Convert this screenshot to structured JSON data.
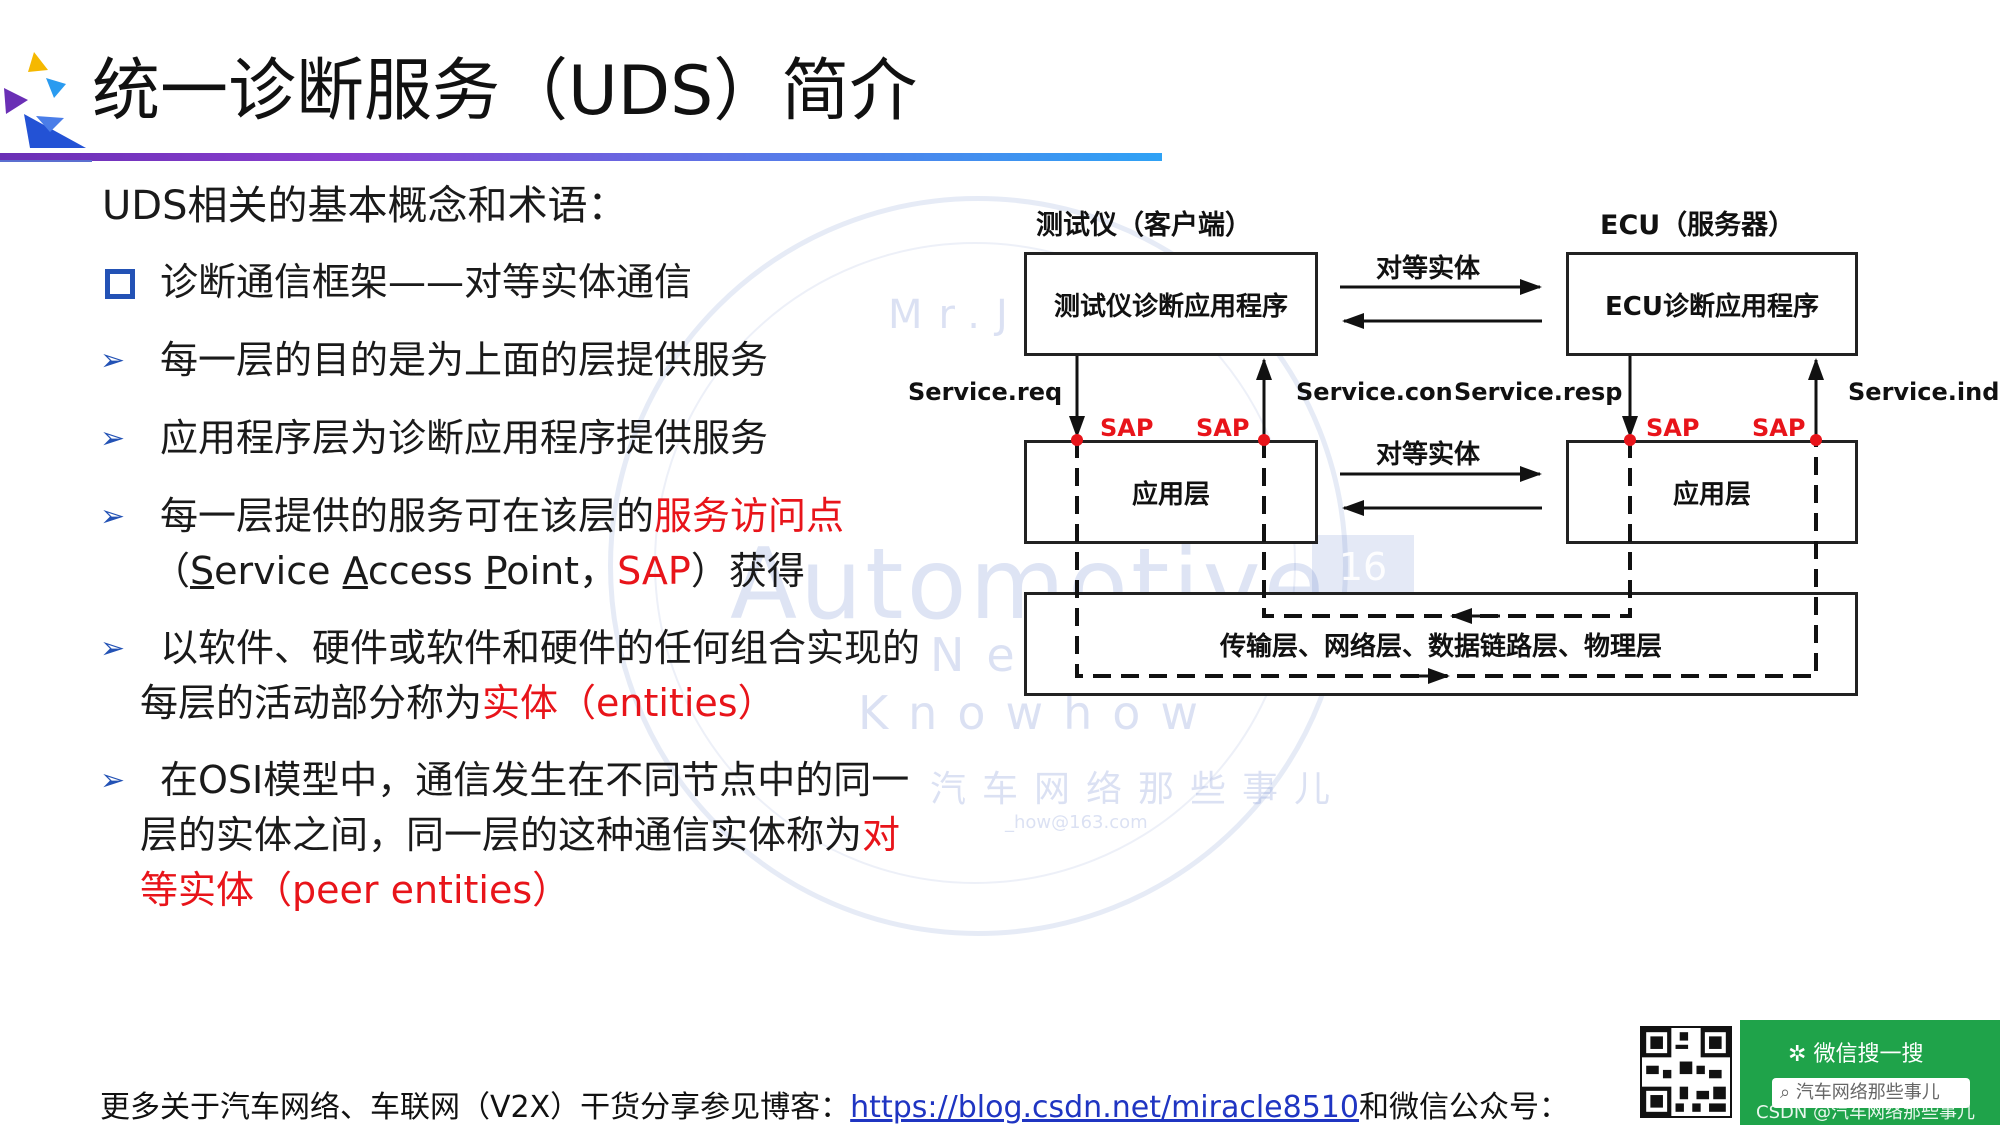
{
  "title": "统一诊断服务（UDS）简介",
  "intro": "UDS相关的基本概念和术语：",
  "bullets": {
    "b1": "诊断通信框架——对等实体通信",
    "b2": "每一层的目的是为上面的层提供服务",
    "b3": "应用程序层为诊断应用程序提供服务",
    "b4_line1_a": "每一层提供的服务可在该层的",
    "b4_line1_red": "服务访问点",
    "b4_line2_a": "（",
    "b4_s": "S",
    "b4_ervice": "ervice ",
    "b4_A": "A",
    "b4_ccess": "ccess ",
    "b4_P": "P",
    "b4_oint": "oint，",
    "b4_red_sap": "SAP",
    "b4_line2_b": "）获得",
    "b5_line1": "以软件、硬件或软件和硬件的任何组合实现的",
    "b5_line2_a": "每层的活动部分称为",
    "b5_line2_red": "实体（entities）",
    "b6_line1": "在OSI模型中，通信发生在不同节点中的同一",
    "b6_line2_a": "层的实体之间，同一层的这种通信实体称为",
    "b6_line2_red": "对",
    "b6_line3_red": "等实体（peer entities）"
  },
  "diagram": {
    "tester_title": "测试仪（客户端）",
    "ecu_title": "ECU（服务器）",
    "tester_app": "测试仪诊断应用程序",
    "ecu_app": "ECU诊断应用程序",
    "peer1": "对等实体",
    "peer2": "对等实体",
    "tester_layer": "应用层",
    "ecu_layer": "应用层",
    "lower_layers": "传输层、网络层、数据链路层、物理层",
    "svc_req": "Service.req",
    "svc_con": "Service.con",
    "svc_resp": "Service.resp",
    "svc_ind": "Service.ind",
    "sap": "SAP"
  },
  "watermark": {
    "mr": "Mr.JING",
    "automotive": "Automotive",
    "network": "Network",
    "knowhow": "Knowhow",
    "cn": "汽车网络那些事儿",
    "mail": "_how@163.com",
    "num": "16"
  },
  "footer": {
    "text": "更多关于汽车网络、车联网（V2X）干货分享参见博客：",
    "link": "https://blog.csdn.net/miracle8510",
    "text2": "和微信公众号："
  },
  "wechat": {
    "title": "微信搜一搜",
    "search": "汽车网络那些事儿",
    "csdn": "CSDN @汽车网络那些事儿"
  },
  "colors": {
    "accent_red": "#e8141a",
    "bullet_blue": "#2352b5",
    "link_blue": "#1f35c2",
    "wechat_green": "#1fa34a"
  }
}
